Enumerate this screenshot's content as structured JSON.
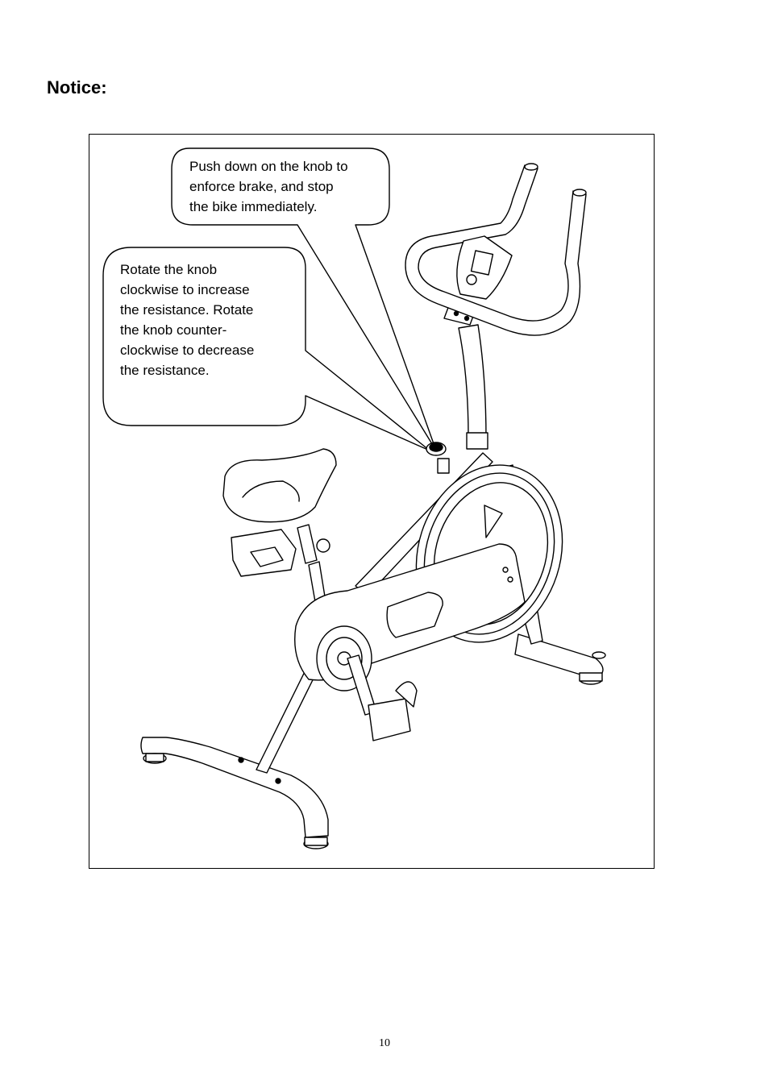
{
  "heading": "Notice:",
  "callouts": {
    "brake": "Push down on the knob to\nenforce brake, and stop\nthe bike immediately.",
    "resistance": "Rotate the knob\nclockwise to increase\nthe resistance. Rotate\nthe knob counter-\nclockwise to decrease\nthe resistance."
  },
  "page_number": "10"
}
